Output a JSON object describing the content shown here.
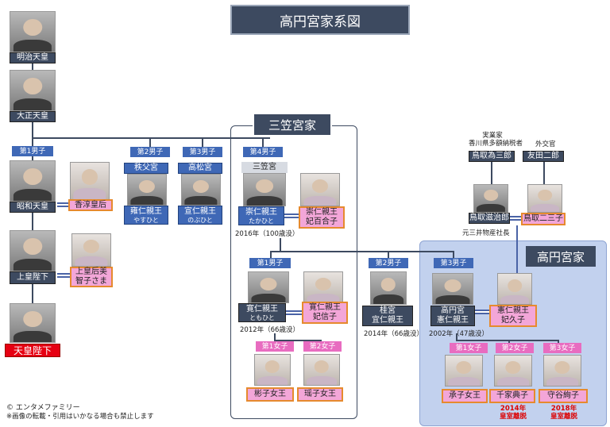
{
  "title": "高円宮家系図",
  "houses": {
    "mikasa": "三笠宮家",
    "takamado": "高円宮家"
  },
  "people": {
    "meiji": "明治天皇",
    "taisho": "大正天皇",
    "showa": "昭和天皇",
    "kojun": "香淳皇后",
    "joko": "上皇陛下",
    "jokogo_1": "上皇后美",
    "jokogo_2": "智子さま",
    "tenno": "天皇陛下",
    "chichibu_title": "秩父宮",
    "chichibu_1": "雍仁親王",
    "chichibu_2": "やすひと",
    "takamatsu_title": "高松宮",
    "takamatsu_1": "宣仁親王",
    "takamatsu_2": "のぶひと",
    "mikasa_title": "三笠宮",
    "takahito_1": "崇仁親王",
    "takahito_2": "たかひと",
    "yuriko_1": "崇仁親王",
    "yuriko_2": "妃百合子",
    "tomohito_1": "寛仁親王",
    "tomohito_2": "ともひと",
    "nobuko_1": "寛仁親王",
    "nobuko_2": "妃信子",
    "katsura_1": "桂宮",
    "katsura_2": "宜仁親王",
    "norihito_1": "高円宮",
    "norihito_2": "憲仁親王",
    "hisako_1": "憲仁親王",
    "hisako_2": "妃久子",
    "akiko": "彬子女王",
    "yoko": "瑶子女王",
    "tsuguko": "承子女王",
    "noriko": "千家典子",
    "ayako": "守谷絢子",
    "tottori_shigejiro": "鳥取滋治郎",
    "tottori_fujiko": "鳥取二三子",
    "tottori_tamesaburo": "鳥取為三郎",
    "tomoda_jiro": "友田二郎"
  },
  "relations": {
    "son1": "第1男子",
    "son2": "第2男子",
    "son3": "第3男子",
    "son4": "第4男子",
    "m_son1": "第1男子",
    "m_son2": "第2男子",
    "m_son3": "第3男子",
    "t_dau1": "第1女子",
    "t_dau2": "第2女子",
    "k_dau1": "第1女子",
    "k_dau2": "第2女子",
    "k_dau3": "第3女子"
  },
  "notes": {
    "takahito_death": "2016年（100歳没）",
    "tomohito_death": "2012年（66歳没）",
    "katsura_death": "2014年（66歳没）",
    "norihito_death": "2002年（47歳没）",
    "jikka_1": "実業家",
    "jikka_2": "香川県多額納税者",
    "gaikokan": "外交官",
    "mitsui": "元三井物産社長",
    "noriko_leave_1": "2014年",
    "noriko_leave_2": "皇室離脱",
    "ayako_leave_1": "2018年",
    "ayako_leave_2": "皇室離脱",
    "copyright": "© エンタメファミリー",
    "prohibit": "※画像の転載・引用はいかなる場合も禁止します"
  },
  "colors": {
    "navy": "#3d4a60",
    "blue": "#3f68b6",
    "pink": "#f3a6d8",
    "red": "#e60012",
    "takamado_bg": "#c2d1ee"
  }
}
